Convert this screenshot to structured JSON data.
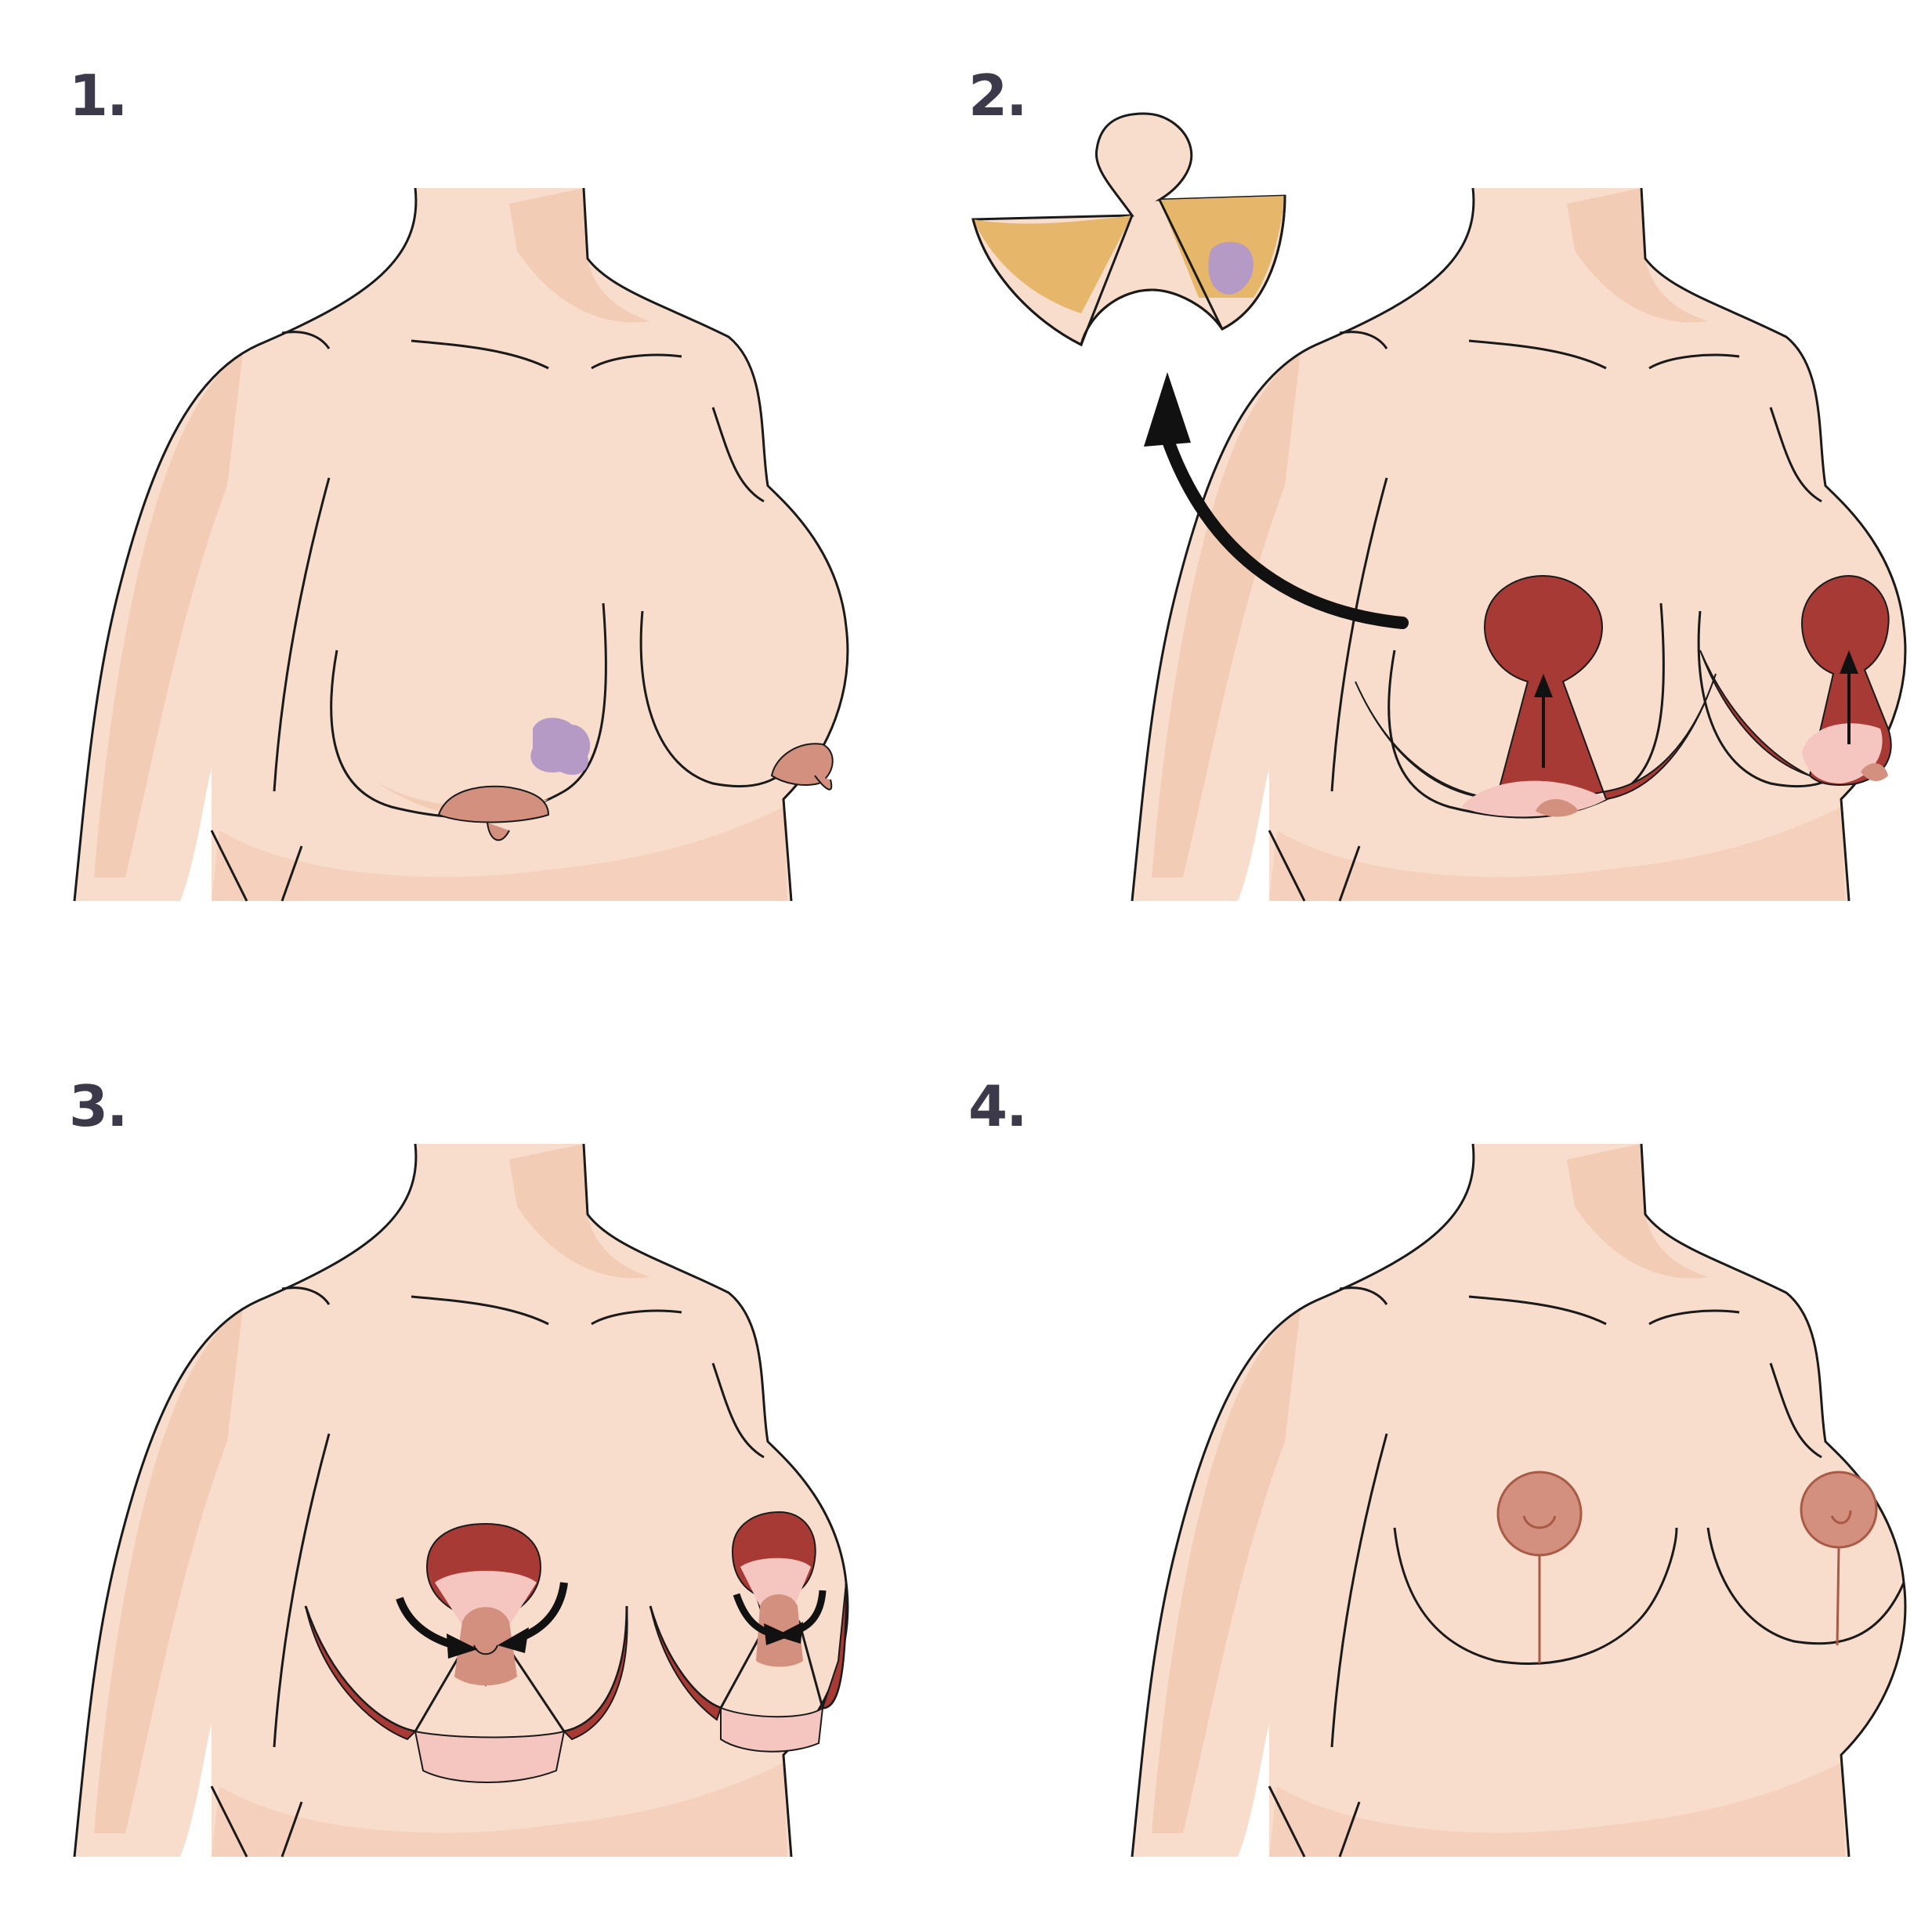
{
  "steps": [
    {
      "number": "1."
    },
    {
      "number": "2."
    },
    {
      "number": "3."
    },
    {
      "number": "4."
    }
  ],
  "colors": {
    "skin": "#f8dccc",
    "skin_shadow": "#f3ccb6",
    "outline": "#1a1a1a",
    "areola": "#d4907e",
    "areola_light": "#f5c5c0",
    "incision": "#a83a35",
    "removed_tissue": "#e6b76a",
    "lesion": "#b49ac4",
    "arrow": "#111111"
  }
}
